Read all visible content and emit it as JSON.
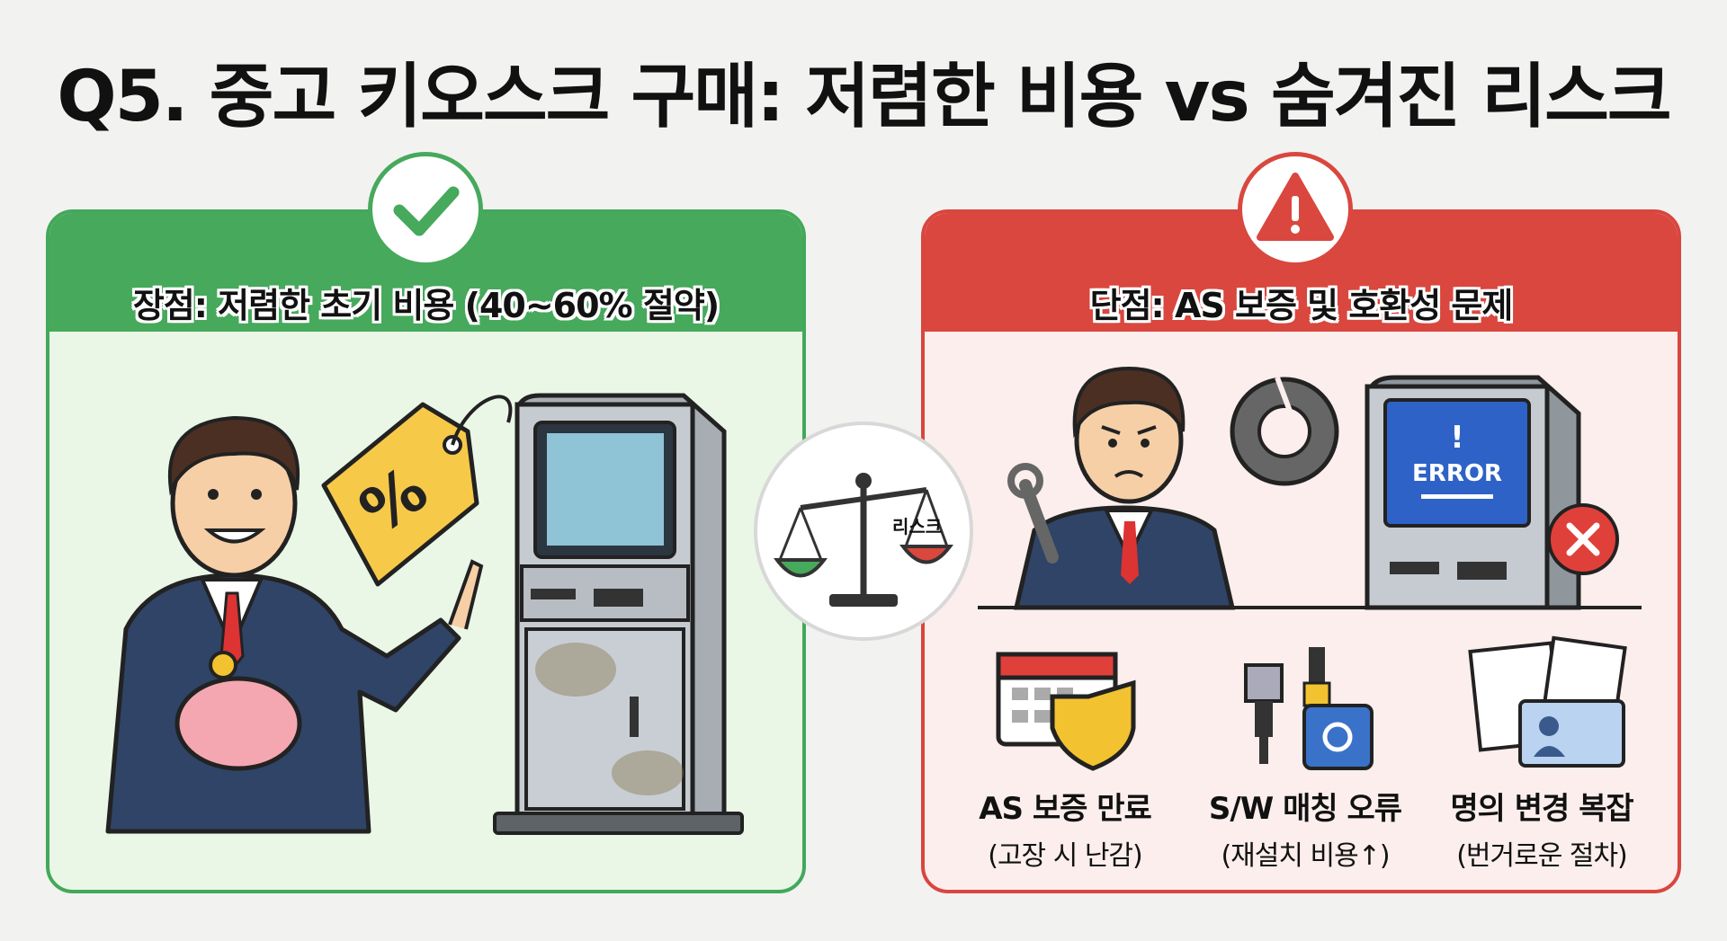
{
  "title": "Q5. 중고 키오스크 구매: 저렴한 비용 vs 숨겨진 리스크",
  "pros": {
    "header": "장점: 저렴한 초기 비용 (40~60% 절약)",
    "icon": "check-icon",
    "color": "#46a95c",
    "tag_symbol": "%"
  },
  "scale": {
    "label": "리스크",
    "icon": "balance-scale-icon"
  },
  "cons": {
    "header": "단점: AS 보증 및 호환성 문제",
    "icon": "warning-icon",
    "color": "#d9473f",
    "screen_error_mark": "!",
    "screen_error_text": "ERROR",
    "risks": [
      {
        "title": "AS 보증 만료",
        "sub": "(고장 시 난감)",
        "icon": "calendar-broken-shield-icon"
      },
      {
        "title": "S/W 매칭 오류",
        "sub": "(재설치 비용↑)",
        "icon": "plug-connector-icon"
      },
      {
        "title": "명의 변경 복잡",
        "sub": "(번거로운 절차)",
        "icon": "documents-id-card-icon"
      }
    ]
  }
}
